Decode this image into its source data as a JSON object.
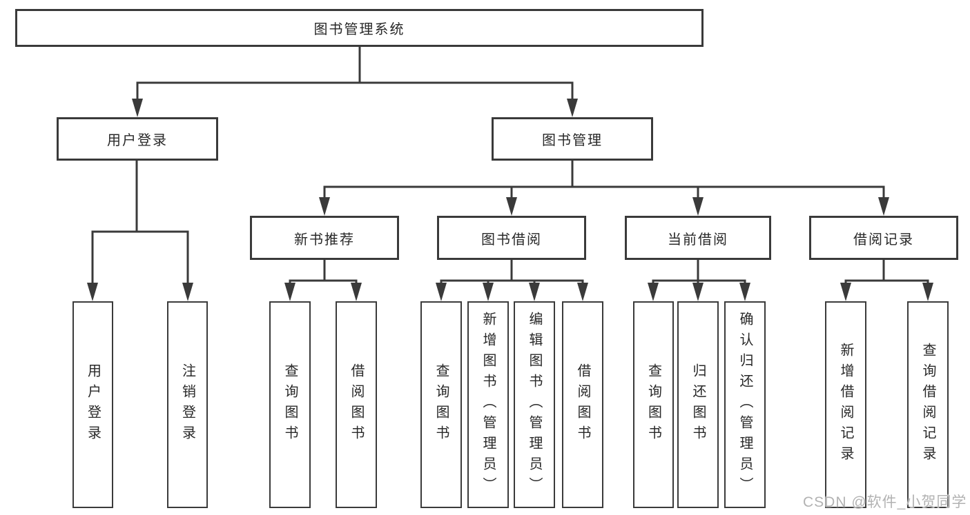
{
  "diagram": {
    "type": "hierarchy-tree",
    "colors": {
      "line": "#3a3a3a",
      "box_border": "#3a3a3a",
      "text": "#282828",
      "background": "#ffffff",
      "watermark_text": "#b2b2b2"
    },
    "nodes": {
      "root": "图书管理系统",
      "user_login": "用户登录",
      "book_mgmt": "图书管理",
      "new_book_rec": "新书推荐",
      "book_borrow": "图书借阅",
      "current_borrow": "当前借阅",
      "borrow_records": "借阅记录",
      "leaf_user_login": "用户登录",
      "leaf_logout": "注销登录",
      "leaf_nbr_query": "查询图书",
      "leaf_nbr_borrow": "借阅图书",
      "leaf_bb_query": "查询图书",
      "leaf_bb_add": "新增图书（管理员）",
      "leaf_bb_edit": "编辑图书（管理员）",
      "leaf_bb_borrow": "借阅图书",
      "leaf_cb_query": "查询图书",
      "leaf_cb_return": "归还图书",
      "leaf_cb_confirm": "确认归还（管理员）",
      "leaf_br_add": "新增借阅记录",
      "leaf_br_query": "查询借阅记录"
    },
    "hierarchy": {
      "图书管理系统": {
        "用户登录": [
          "用户登录",
          "注销登录"
        ],
        "图书管理": {
          "新书推荐": [
            "查询图书",
            "借阅图书"
          ],
          "图书借阅": [
            "查询图书",
            "新增图书（管理员）",
            "编辑图书（管理员）",
            "借阅图书"
          ],
          "当前借阅": [
            "查询图书",
            "归还图书",
            "确认归还（管理员）"
          ],
          "借阅记录": [
            "新增借阅记录",
            "查询借阅记录"
          ]
        }
      }
    }
  },
  "watermark": "CSDN @软件_小贺同学"
}
